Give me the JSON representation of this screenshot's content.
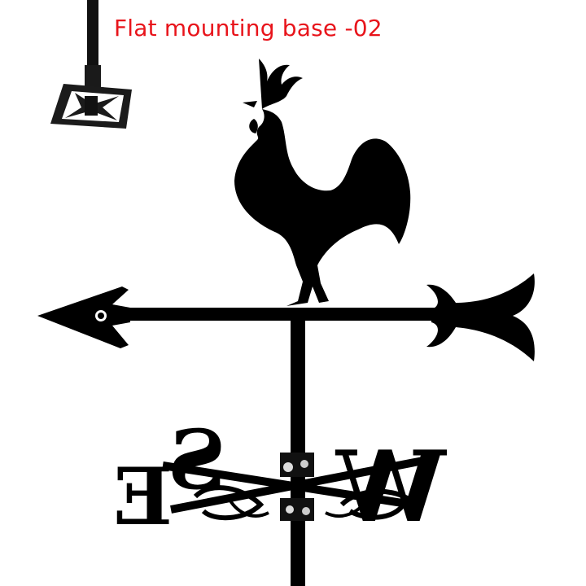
{
  "caption": "Flat mounting base -02",
  "compass_letters": {
    "east": "E",
    "south": "S",
    "west": "W"
  },
  "colors": {
    "caption": "#e8141b",
    "silhouette": "#000000"
  }
}
